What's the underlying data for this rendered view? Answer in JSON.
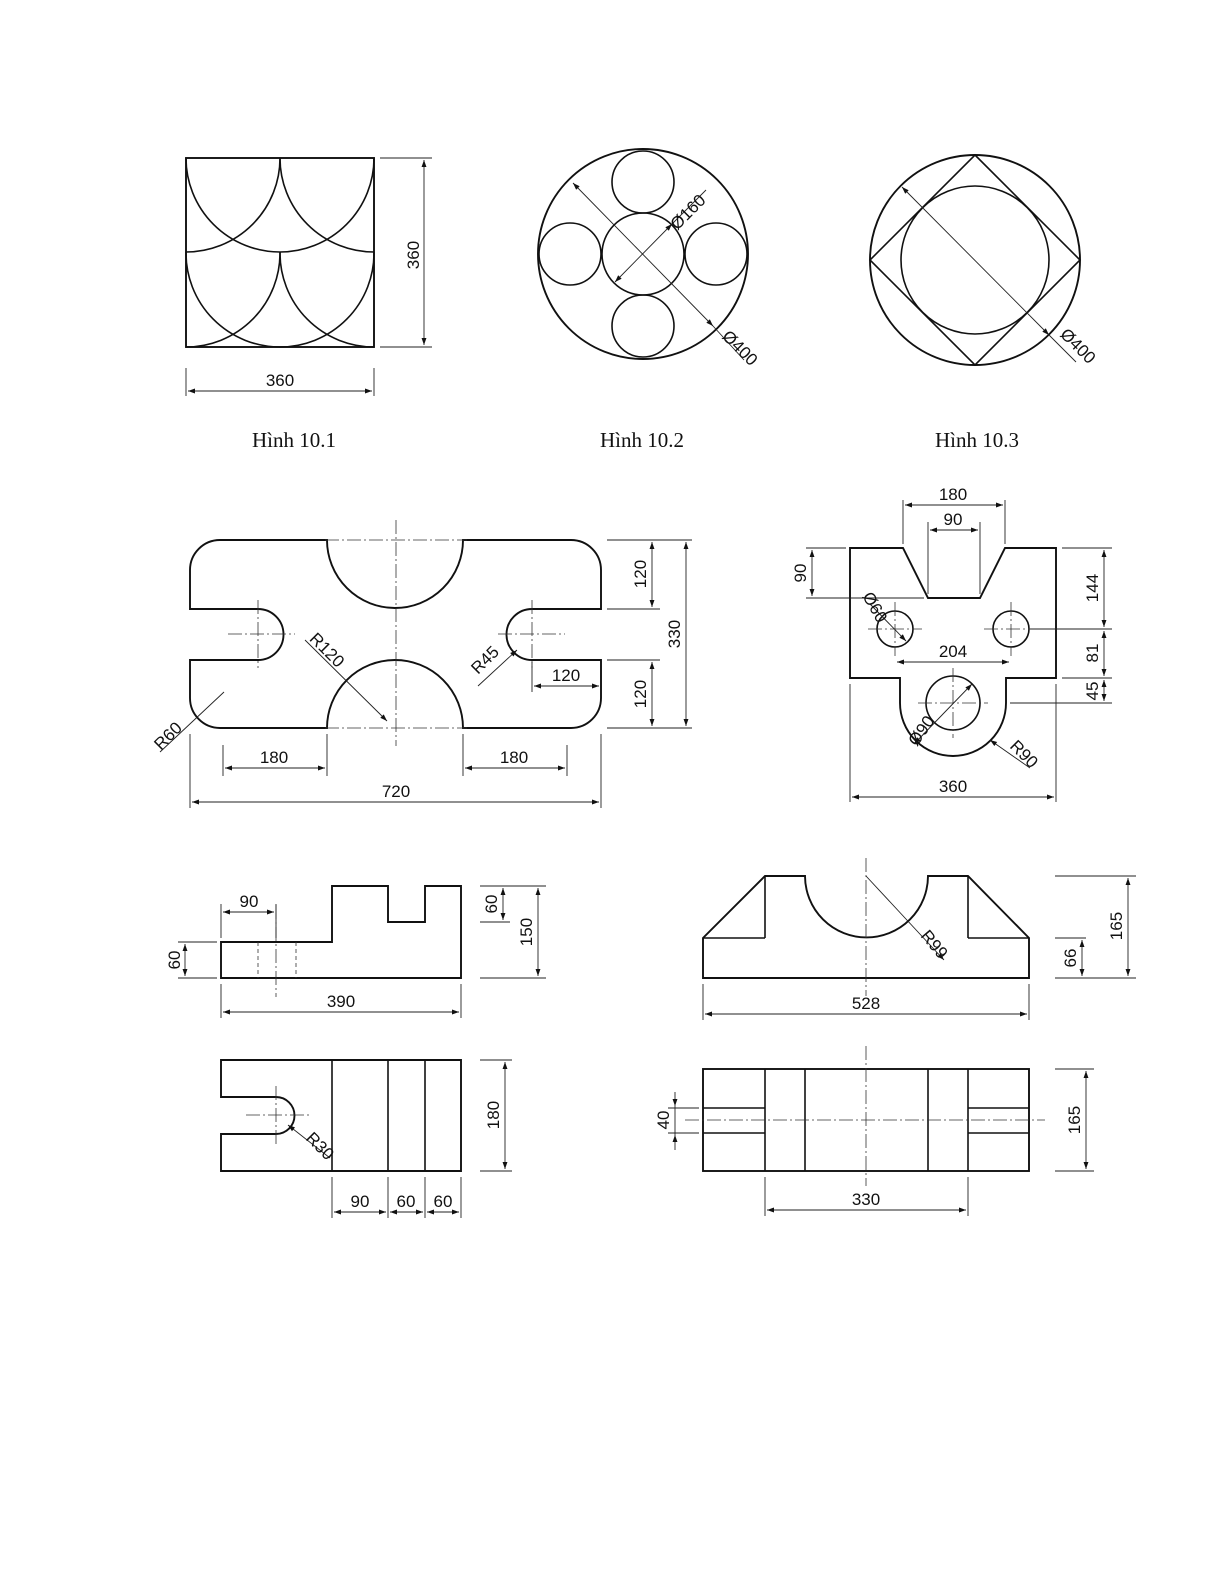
{
  "captions": {
    "fig1": "Hình 10.1",
    "fig2": "Hình 10.2",
    "fig3": "Hình 10.3"
  },
  "fig1": {
    "width": "360",
    "height": "360"
  },
  "fig2": {
    "small_dia": "Ø160",
    "big_dia": "Ø400"
  },
  "fig3": {
    "big_dia": "Ø400"
  },
  "part4": {
    "height_top": "120",
    "height_bottom": "120",
    "total_height": "330",
    "slot_len": "120",
    "r_slot": "R45",
    "r_center": "R120",
    "r_corner": "R60",
    "left_w": "180",
    "right_w": "180",
    "total_w": "720"
  },
  "part5": {
    "top_w": "180",
    "notch_w": "90",
    "notch_h": "90",
    "hole_dia": "Ø60",
    "hole_spacing": "204",
    "h1": "144",
    "h2": "81",
    "h3": "45",
    "lower_hole": "Ø90",
    "lower_r": "R90",
    "total_w": "360"
  },
  "part6": {
    "step_w": "90",
    "low_h": "60",
    "slot_depth": "60",
    "total_h": "150",
    "total_w": "390",
    "depth": "180",
    "r_slot": "R30",
    "seg1": "90",
    "seg2": "60",
    "seg3": "60"
  },
  "part7": {
    "total_h": "165",
    "low_h": "66",
    "r_arc": "R99",
    "total_w": "528",
    "slot_h": "40",
    "depth": "165",
    "inner_w": "330"
  }
}
